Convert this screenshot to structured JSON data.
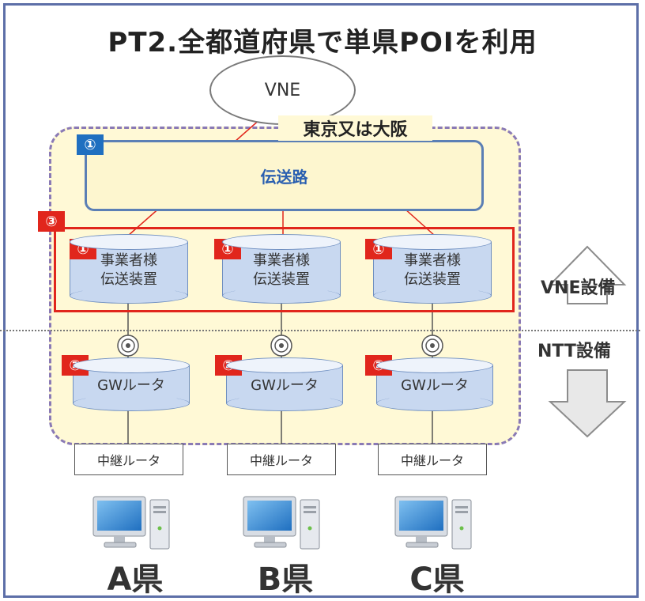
{
  "title": "PT2.全都道府県で単県POIを利用",
  "vne": {
    "label": "VNE",
    "location": "東京又は大阪"
  },
  "transport": {
    "badge": "①",
    "label": "伝送路"
  },
  "group_badge": "③",
  "operator_devices": [
    {
      "badge": "①",
      "label_line1": "事業者様",
      "label_line2": "伝送装置"
    },
    {
      "badge": "①",
      "label_line1": "事業者様",
      "label_line2": "伝送装置"
    },
    {
      "badge": "①",
      "label_line1": "事業者様",
      "label_line2": "伝送装置"
    }
  ],
  "gw_routers": [
    {
      "badge": "②",
      "label": "GWルータ"
    },
    {
      "badge": "②",
      "label": "GWルータ"
    },
    {
      "badge": "②",
      "label": "GWルータ"
    }
  ],
  "relay_routers": [
    {
      "label": "中継ルータ"
    },
    {
      "label": "中継ルータ"
    },
    {
      "label": "中継ルータ"
    }
  ],
  "prefectures": [
    "A県",
    "B県",
    "C県"
  ],
  "side": {
    "upper": "VNE設備",
    "lower": "NTT設備"
  },
  "colors": {
    "area_fill": "#fff9d6",
    "area_border": "#8a7ab5",
    "red": "#e1261c",
    "blue": "#1f6fc0",
    "cylinder": "#c8d8f0"
  },
  "icons": {
    "connector": "ring-connector-icon",
    "pc": "desktop-computer-icon",
    "arrow_up": "up-arrow-icon",
    "arrow_down": "down-arrow-icon"
  }
}
